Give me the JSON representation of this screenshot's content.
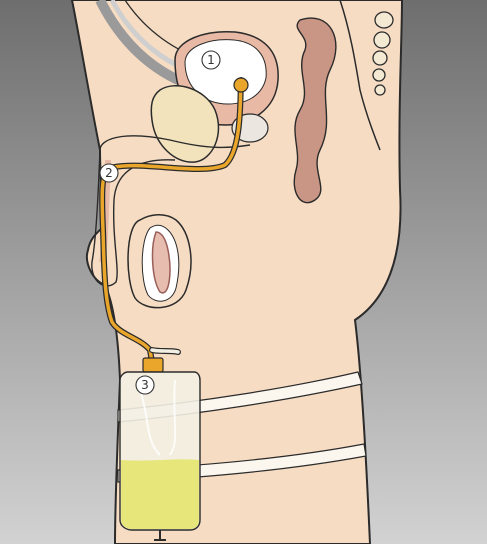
{
  "callouts": [
    {
      "id": "1",
      "label": "1"
    },
    {
      "id": "2",
      "label": "2"
    },
    {
      "id": "3",
      "label": "3"
    }
  ],
  "colors": {
    "background_top": "#6e6e6e",
    "background_bottom": "#d2d2d2",
    "skin": "#f6dcc3",
    "outline": "#2b2b2b",
    "catheter": "#e9a62a",
    "urine": "#e6e67a",
    "bag": "#f3efe3",
    "strap": "#fbf6ee",
    "bladder_wall": "#e8b9a4",
    "bladder_inner": "#ffffff",
    "bone": "#f4ead3",
    "pubic_bone": "#f2e3bc",
    "rectum": "#c99584",
    "testis": "#e7bdb0"
  }
}
